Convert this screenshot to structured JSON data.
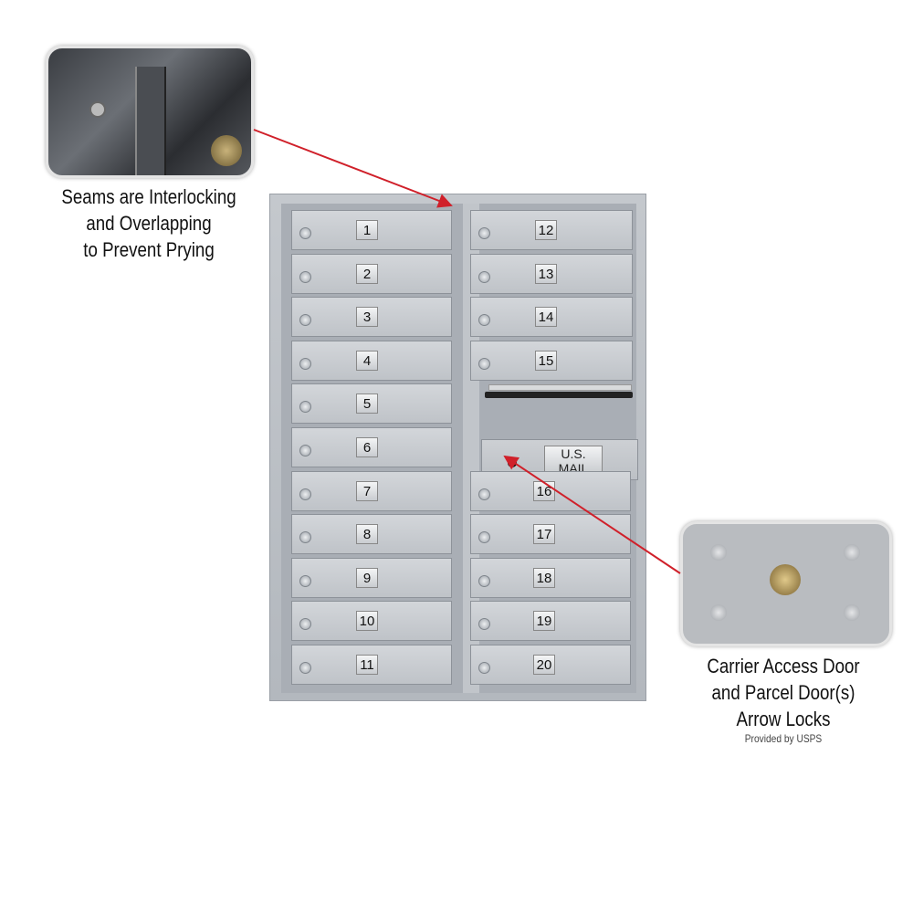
{
  "mailbox": {
    "left_doors": [
      "1",
      "2",
      "3",
      "4",
      "5",
      "6",
      "7",
      "8",
      "9",
      "10",
      "11"
    ],
    "right_top_doors": [
      "12",
      "13",
      "14",
      "15"
    ],
    "right_bottom_doors": [
      "16",
      "17",
      "18",
      "19",
      "20"
    ],
    "carrier_plate": {
      "title": "U.S. MAIL",
      "subtitle": "APPROVED BY THE POSTMASTER GENERAL"
    }
  },
  "callouts": {
    "seams": {
      "lines": [
        "Seams are Interlocking",
        "and Overlapping",
        "to Prevent Prying"
      ]
    },
    "locks": {
      "lines": [
        "Carrier Access Door",
        "and Parcel Door(s)",
        "Arrow Locks"
      ],
      "note": "Provided by USPS"
    }
  },
  "colors": {
    "arrow": "#d0202a",
    "unit": "#bfc3c8"
  }
}
